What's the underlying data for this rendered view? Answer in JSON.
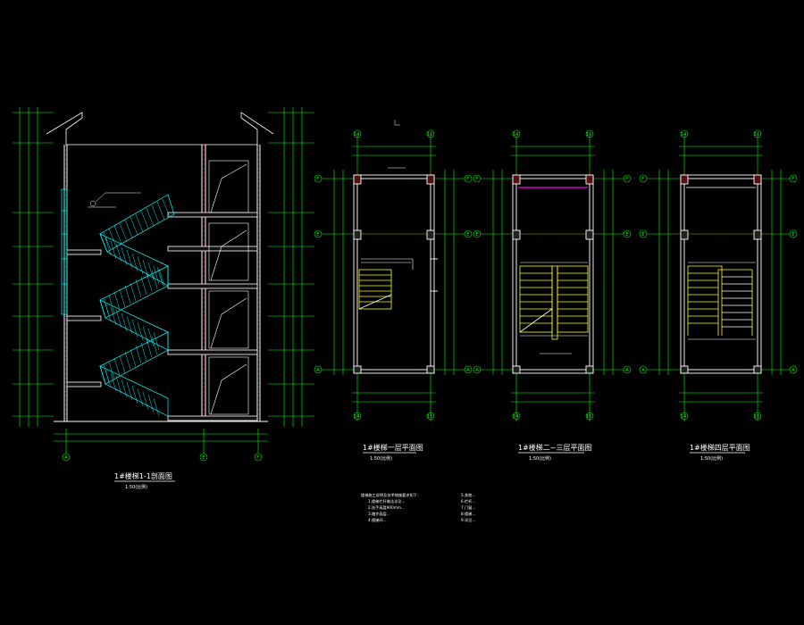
{
  "drawing": {
    "section_title": "1#楼梯1-1剖面图",
    "section_scale": "1:50(比例)",
    "plan1_title": "1#楼梯一层平面图",
    "plan1_scale": "1:50(比例)",
    "plan2_title": "1#楼梯二~三层平面图",
    "plan2_scale": "1:50(比例)",
    "plan3_title": "1#楼梯四层平面图",
    "plan3_scale": "1:50(比例)"
  },
  "axes": {
    "section_bottom": [
      "A",
      "E",
      "F"
    ],
    "plan_top": [
      "14",
      "15"
    ],
    "plan_side_left": [
      "F",
      "E",
      "A"
    ],
    "plan_side_right": [
      "F",
      "E",
      "A"
    ]
  },
  "notes": [
    "楼梯施工说明及技术措施要求如下：",
    "1.楼梯栏杆做法详见...",
    "2.扶手高度900mm...",
    "3.踏步面层...",
    "4.楼梯间...",
    "5.其他...",
    "6.栏杆...",
    "7.门窗...",
    "8.楼梯...",
    "9.详见..."
  ],
  "colors": {
    "background": "#000000",
    "grid_green": "#00ff00",
    "wall_white": "#ffffff",
    "axis_red": "#ff0000",
    "stair_cyan": "#00ffff",
    "rail_yellow": "#ffff00",
    "beam_magenta": "#ff00ff"
  }
}
